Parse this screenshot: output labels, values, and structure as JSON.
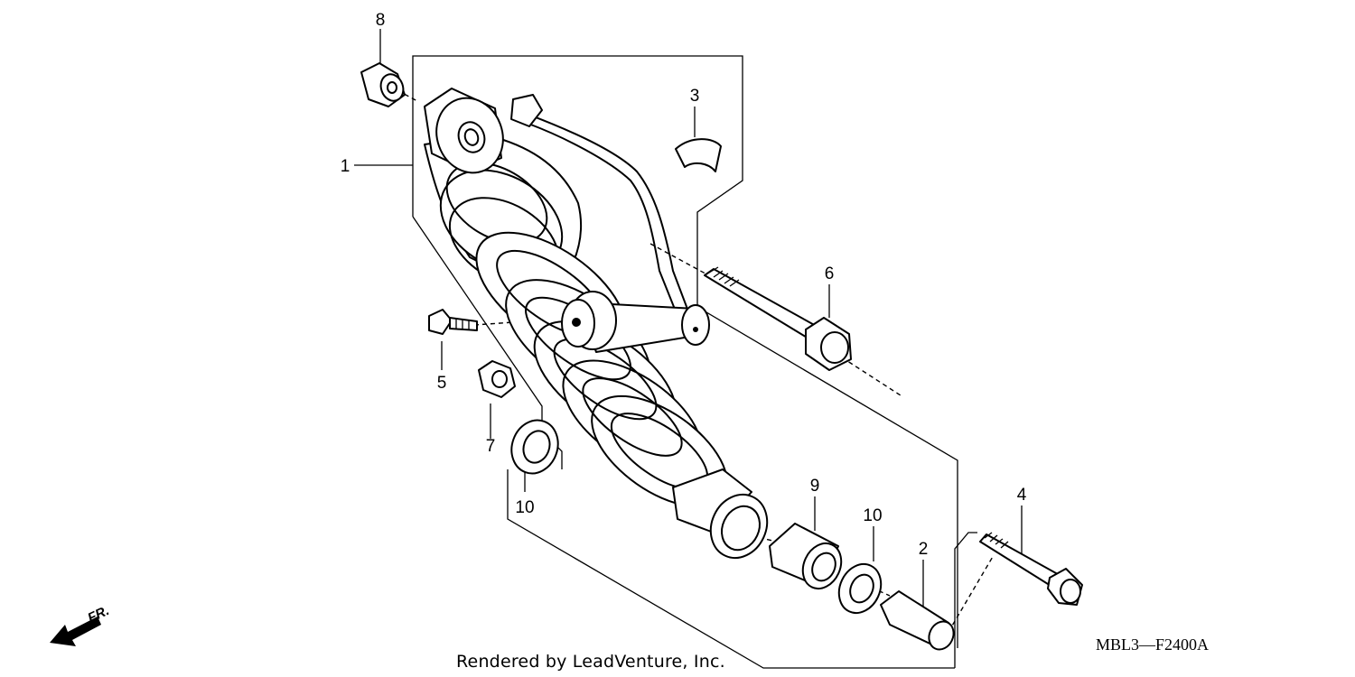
{
  "diagram": {
    "callouts": [
      {
        "id": "1",
        "text": "1"
      },
      {
        "id": "2",
        "text": "2"
      },
      {
        "id": "3",
        "text": "3"
      },
      {
        "id": "4",
        "text": "4"
      },
      {
        "id": "5",
        "text": "5"
      },
      {
        "id": "6",
        "text": "6"
      },
      {
        "id": "7",
        "text": "7"
      },
      {
        "id": "8",
        "text": "8"
      },
      {
        "id": "9",
        "text": "9"
      },
      {
        "id": "10a",
        "text": "10"
      },
      {
        "id": "10b",
        "text": "10"
      }
    ],
    "direction_label": "FR.",
    "part_code": "MBL3—F2400A",
    "credit": "Rendered by LeadVenture, Inc."
  }
}
